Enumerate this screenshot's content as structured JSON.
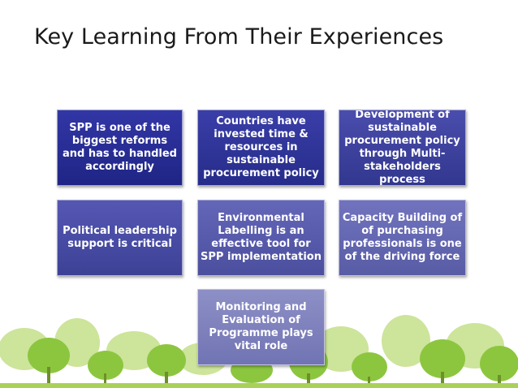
{
  "slide": {
    "title": "Key Learning From Their Experiences",
    "boxes": [
      {
        "text": "SPP is one of the biggest reforms and has to handled accordingly"
      },
      {
        "text": "Countries have invested time & resources in sustainable procurement policy"
      },
      {
        "text": "Development of sustainable procurement policy through Multi-stakeholders process"
      },
      {
        "text": "Political leadership support is critical"
      },
      {
        "text": "Environmental Labelling is an effective tool for SPP implementation"
      },
      {
        "text": "Capacity Building of of purchasing professionals is one of the driving force"
      },
      {
        "text": "Monitoring and Evaluation of Programme plays vital role"
      }
    ]
  },
  "decoration": {
    "footer_graphic": "green-tree-silhouettes",
    "colors": {
      "box_dark": "#1f2585",
      "box_light": "#8d8fc6",
      "tree_green": "#8cc63f",
      "tree_light": "#c5e08a"
    }
  }
}
